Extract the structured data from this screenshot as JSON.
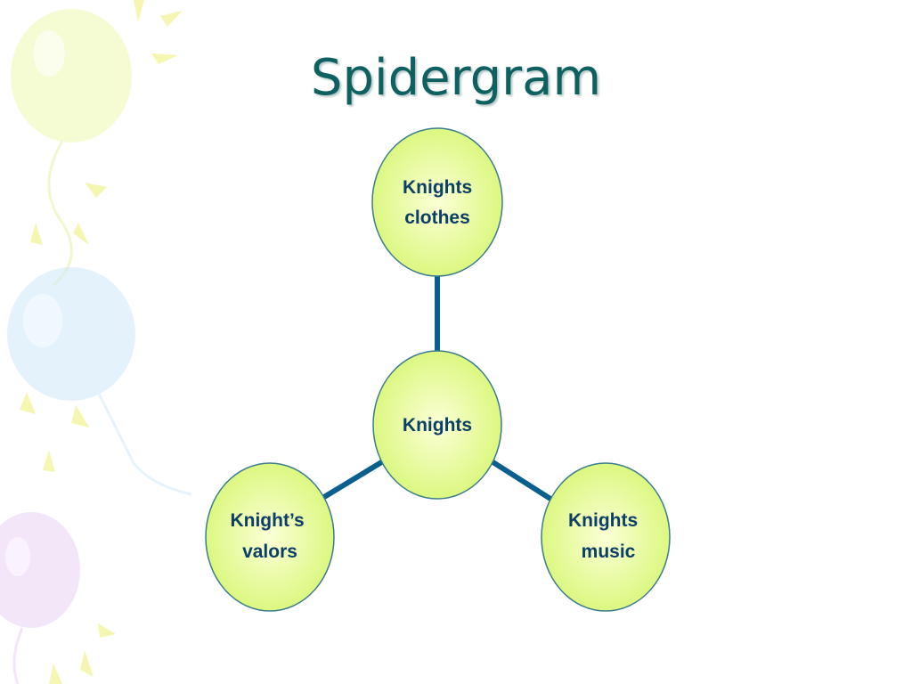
{
  "slide": {
    "title": "Spidergram"
  },
  "diagram": {
    "center": {
      "lines": [
        "Knights"
      ]
    },
    "top": {
      "lines": [
        "Knights",
        "clothes"
      ]
    },
    "bottom_left": {
      "lines": [
        "Knight’s",
        "valors"
      ]
    },
    "bottom_right": {
      "lines": [
        "Knights",
        "music"
      ]
    }
  },
  "colors": {
    "title": "#0f6060",
    "node_fill": "#e8fb9a",
    "node_stroke": "#3a7c8c",
    "connector": "#0b5f8e",
    "label": "#0b3f66"
  }
}
